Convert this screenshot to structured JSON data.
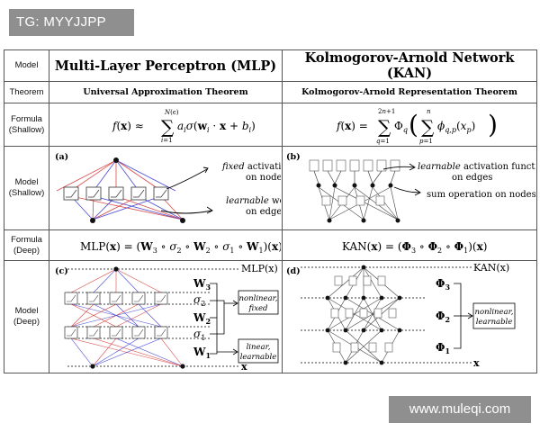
{
  "watermark_top": "TG: MYYJJPP",
  "watermark_bottom": "www.muleqi.com",
  "header": {
    "left_label": "Model",
    "mlp": "Multi-Layer Perceptron (MLP)",
    "kan": "Kolmogorov-Arnold Network (KAN)"
  },
  "theorem_row": {
    "label": "Theorem",
    "mlp": "Universal Approximation Theorem",
    "kan": "Kolmogorov-Arnold Representation Theorem"
  },
  "formula_shallow": {
    "label_line1": "Formula",
    "label_line2": "(Shallow)"
  },
  "model_shallow": {
    "label_line1": "Model",
    "label_line2": "(Shallow)",
    "panel_a": "(a)",
    "a_fixed_1": "fixed",
    "a_fixed_2": " activation functions",
    "a_fixed_3": "on nodes",
    "a_learn_1": "learnable",
    "a_learn_2": " weights",
    "a_learn_3": "on edges",
    "panel_b": "(b)",
    "b_learn_1": "learnable",
    "b_learn_2": " activation functions",
    "b_learn_3": "on edges",
    "b_sum": "sum operation on nodes"
  },
  "formula_deep": {
    "label_line1": "Formula",
    "label_line2": "(Deep)"
  },
  "model_deep": {
    "label_line1": "Model",
    "label_line2": "(Deep)",
    "panel_c": "(c)",
    "mlp_out": "MLP(x)",
    "W3": "W",
    "W3_sub": "3",
    "sigma2": "σ",
    "sigma2_sub": "2",
    "W2": "W",
    "W2_sub": "2",
    "sigma1": "σ",
    "sigma1_sub": "1",
    "W1": "W",
    "W1_sub": "1",
    "x_c": "x",
    "box_nonlinear_1": "nonlinear,",
    "box_nonlinear_2": "fixed",
    "box_linear_1": "linear,",
    "box_linear_2": "learnable",
    "panel_d": "(d)",
    "kan_out": "KAN(x)",
    "Phi3": "Φ",
    "Phi3_sub": "3",
    "Phi2": "Φ",
    "Phi2_sub": "2",
    "Phi1": "Φ",
    "Phi1_sub": "1",
    "x_d": "x",
    "box_kan_1": "nonlinear,",
    "box_kan_2": "learnable"
  },
  "colors": {
    "red_edge": "#d94a4a",
    "blue_edge": "#4a4ad6",
    "watermark_bg": "#8f8f8f"
  }
}
